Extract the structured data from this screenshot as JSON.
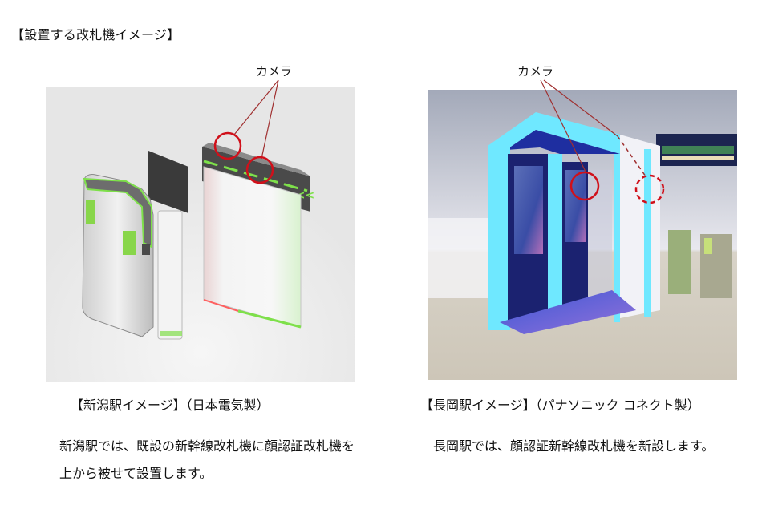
{
  "page": {
    "heading": "【設置する改札機イメージ】"
  },
  "left_panel": {
    "camera_label": "カメラ",
    "image_alt": "新潟駅 顔認証改札機イメージ（既設改札機に被せる形）",
    "caption": "【新潟駅イメージ】（日本電気製）",
    "description": "新潟駅では、既設の新幹線改札機に顔認証改札機を上から被せて設置します。",
    "camera_markers": 2
  },
  "right_panel": {
    "camera_label": "カメラ",
    "image_alt": "長岡駅 顔認証新幹線改札機イメージ（ゲート型）",
    "caption": "【長岡駅イメージ】（パナソニック コネクト製）",
    "description": "長岡駅では、顔認証新幹線改札機を新設します。",
    "camera_markers": 2
  },
  "colors": {
    "marker_red": "#d0101a",
    "leader_line": "#a03030",
    "gate_green": "#7ee04a",
    "gate_cyan": "#6fe8ff",
    "gate_blue": "#1a2a8c"
  }
}
